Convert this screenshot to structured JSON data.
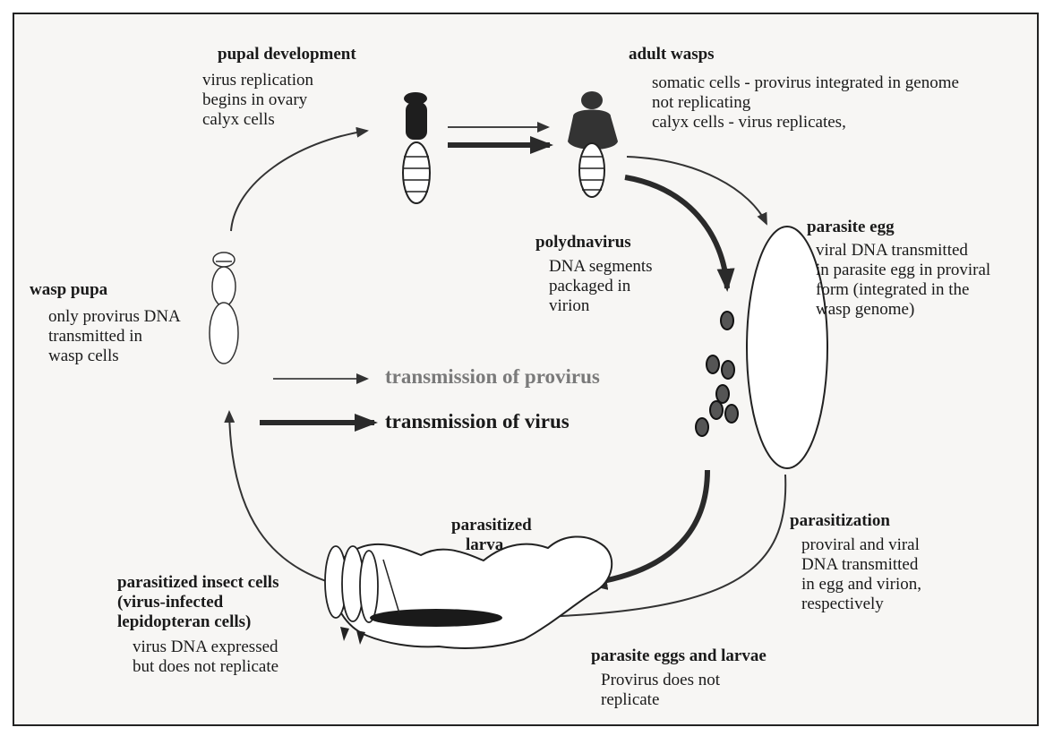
{
  "labels": {
    "pupal_development": {
      "heading": "pupal development",
      "lines": [
        "virus replication",
        "begins in ovary",
        "calyx cells"
      ]
    },
    "adult_wasps": {
      "heading": "adult wasps",
      "lines": [
        "somatic cells - provirus integrated in genome",
        "not replicating",
        "calyx cells - virus replicates,"
      ]
    },
    "parasite_egg": {
      "heading": "parasite egg",
      "lines": [
        "viral DNA transmitted",
        "in parasite egg in proviral",
        "form (integrated in the",
        "wasp genome)"
      ]
    },
    "polydnavirus": {
      "heading": "polydnavirus",
      "lines": [
        "DNA segments",
        "packaged in",
        "virion"
      ]
    },
    "wasp_pupa": {
      "heading": "wasp pupa",
      "lines": [
        "only provirus DNA",
        "transmitted in",
        "wasp cells"
      ]
    },
    "parasitization": {
      "heading": "parasitization",
      "lines": [
        "proviral and viral",
        "DNA transmitted",
        "in egg and virion,",
        "respectively"
      ]
    },
    "parasitized_larva": {
      "heading_lines": [
        "parasitized",
        "larva"
      ]
    },
    "parasitized_insect_cells": {
      "heading_lines": [
        "parasitized insect cells",
        "(virus-infected",
        "lepidopteran cells)"
      ],
      "lines": [
        "virus DNA expressed",
        "but does not replicate"
      ]
    },
    "parasite_eggs_larvae": {
      "heading": "parasite eggs and larvae",
      "lines": [
        "Provirus does not",
        "replicate"
      ]
    }
  },
  "legend": {
    "provirus": "transmission of provirus",
    "virus": "transmission of virus",
    "provirus_color": "#7a7a7a",
    "virus_color": "#1a1a1a"
  }
}
